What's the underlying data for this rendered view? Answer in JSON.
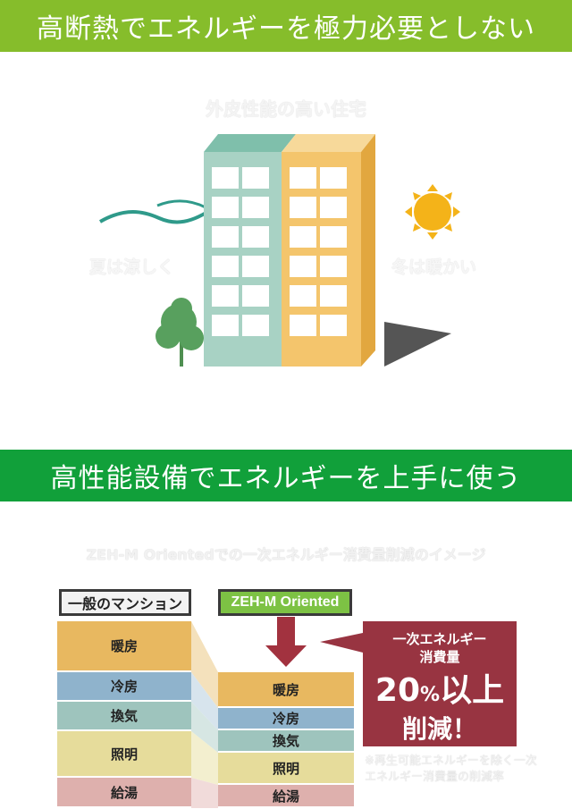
{
  "section1": {
    "banner": "高断熱でエネルギーを極力必要としない",
    "caption": "外皮性能の高い住宅",
    "cool_label": "夏は涼しく",
    "warm_label": "冬は暖かい"
  },
  "section2": {
    "banner": "高性能設備でエネルギーを上手に使う",
    "caption": "ZEH-M Orientedでの一次エネルギー消費量削減のイメージ",
    "general_label": "一般のマンション",
    "zeh_label": "ZEH-M Oriented",
    "general_stack": [
      "暖房",
      "冷房",
      "換気",
      "照明",
      "給湯"
    ],
    "zeh_stack": [
      "暖房",
      "冷房",
      "換気",
      "照明",
      "給湯"
    ],
    "callout": {
      "line1": "一次エネルギー",
      "line2": "消費量",
      "percent": "20",
      "percent_unit": "%",
      "suffix": "以上",
      "cut": "削減！"
    },
    "note": "※再生可能エネルギーを除く一次エネルギー消費量の削減率"
  },
  "colors": {
    "banner_light_green": "#86bd2b",
    "banner_green": "#11a03a",
    "heating": "#e8b860",
    "cooling": "#8fb3cc",
    "ventilation": "#9ec4bd",
    "lighting": "#e6dc9b",
    "hot_water": "#deb0ad",
    "callout": "#983441"
  }
}
